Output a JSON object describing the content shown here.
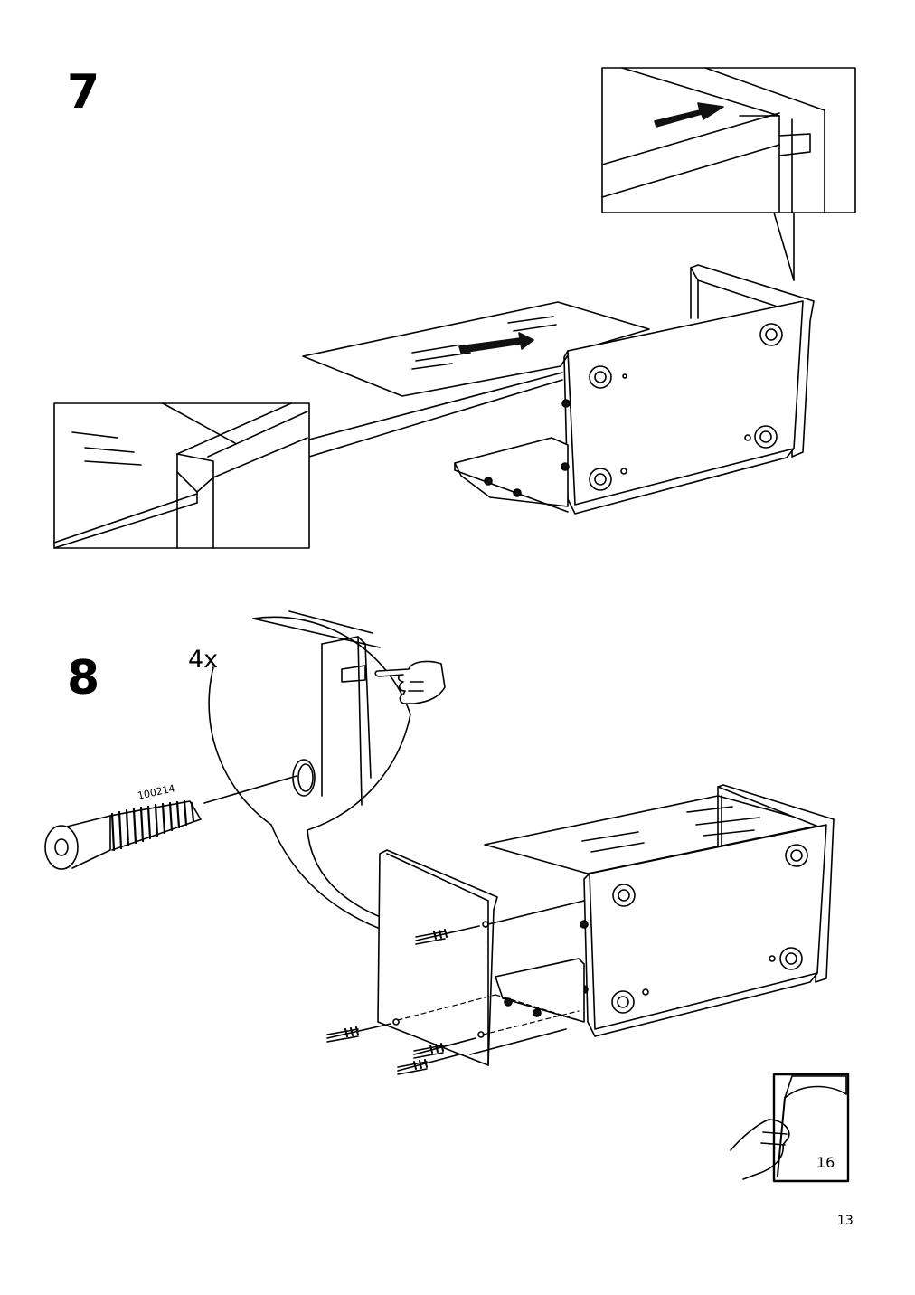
{
  "steps": [
    {
      "number": "7"
    },
    {
      "number": "8",
      "quantity": "4x",
      "part_number": "100214"
    }
  ],
  "next_page_ref": "16",
  "page_number": "13",
  "icons": [
    "pointing-hand-icon",
    "turn-page-icon",
    "arrow-icon",
    "screw-icon"
  ]
}
